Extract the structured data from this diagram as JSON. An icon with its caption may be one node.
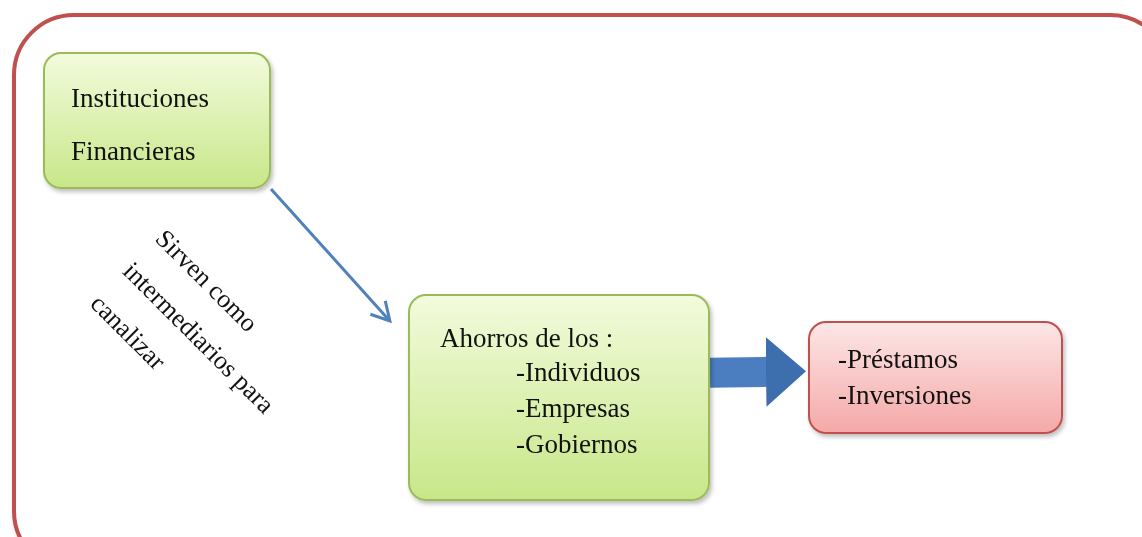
{
  "diagram": {
    "nodes": [
      {
        "text": [
          "Instituciones Financieras"
        ]
      },
      {
        "text": [
          "Ahorros de los :",
          "-Individuos",
          "-Empresas",
          "-Gobiernos"
        ]
      },
      {
        "text": [
          "-Préstamos",
          "-Inversiones"
        ]
      }
    ],
    "edges": [
      {
        "from": 0,
        "to": 1,
        "arrow": "to",
        "label": "Sirven como intermediarios para canalizar"
      },
      {
        "from": 1,
        "to": 2,
        "arrow": "to",
        "style": "thick"
      }
    ]
  }
}
